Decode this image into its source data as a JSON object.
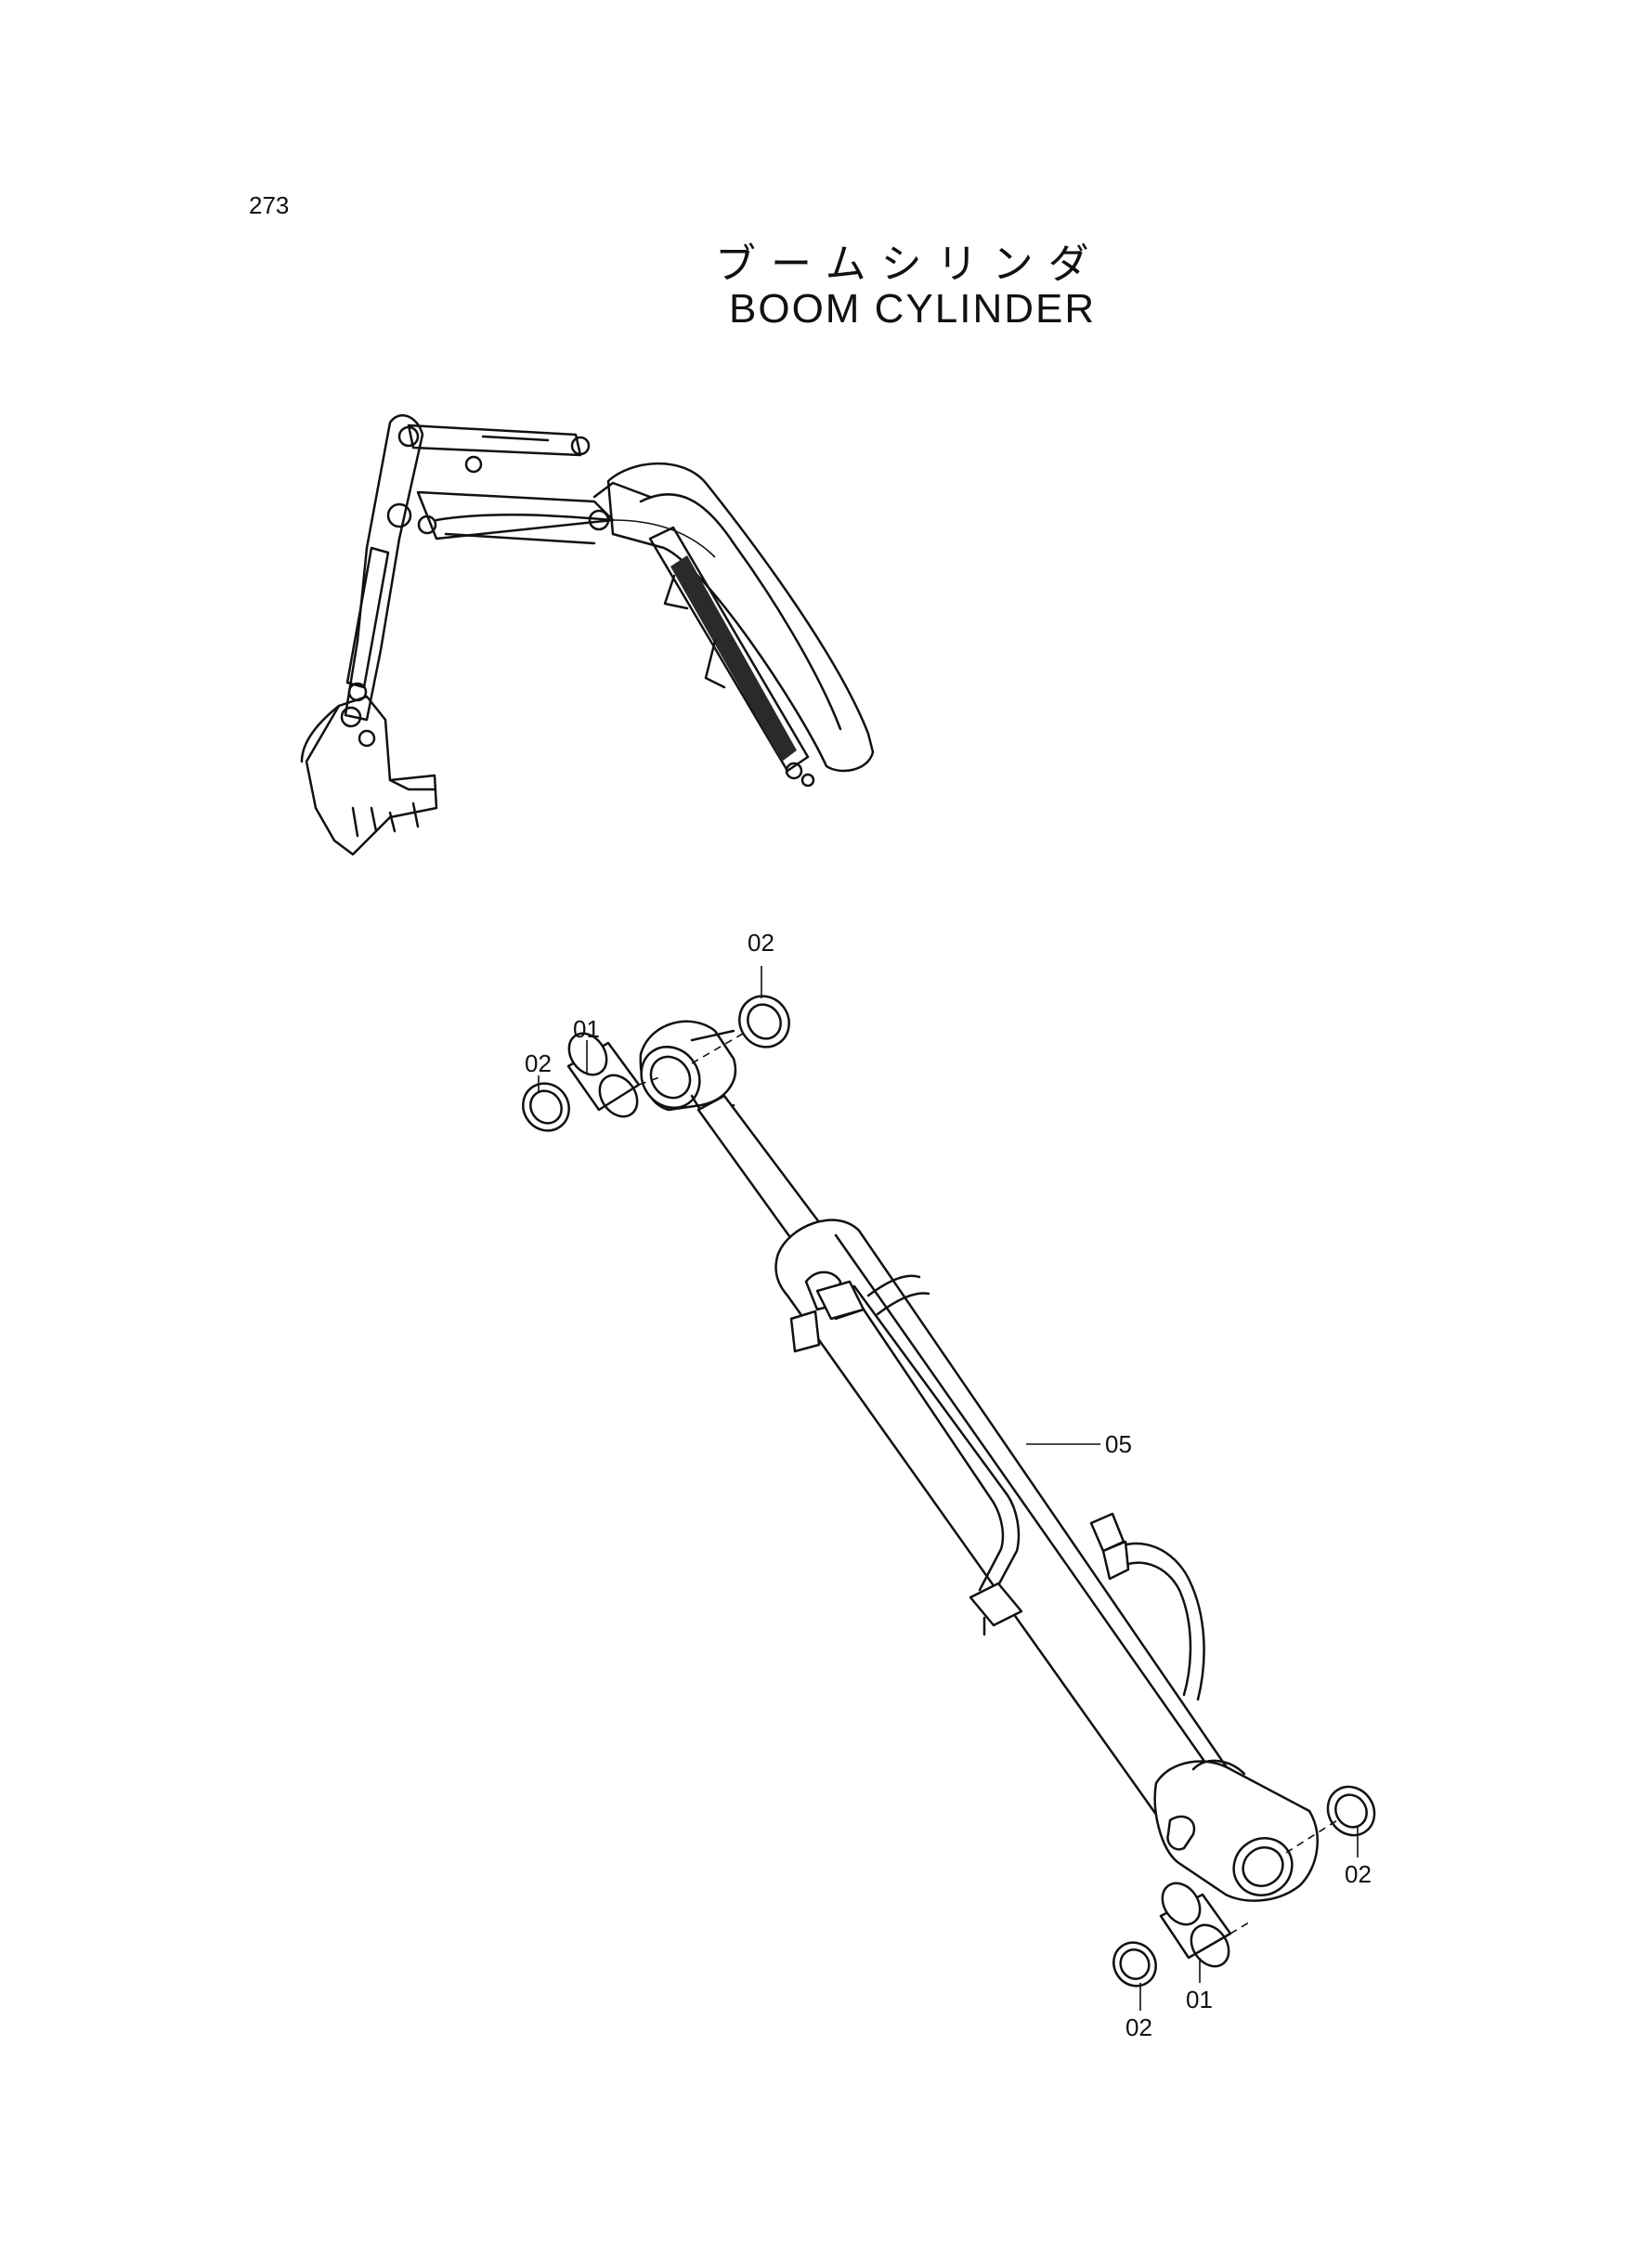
{
  "header": {
    "page_number": "273",
    "title_jp": "ブームシリンダ",
    "title_en": "BOOM CYLINDER"
  },
  "callouts": [
    {
      "id": "c-02-top",
      "label": "02"
    },
    {
      "id": "c-01-top",
      "label": "01"
    },
    {
      "id": "c-02-left",
      "label": "02"
    },
    {
      "id": "c-05",
      "label": "05"
    },
    {
      "id": "c-02-right",
      "label": "02"
    },
    {
      "id": "c-02-bottom",
      "label": "02"
    },
    {
      "id": "c-01-bottom",
      "label": "01"
    }
  ]
}
